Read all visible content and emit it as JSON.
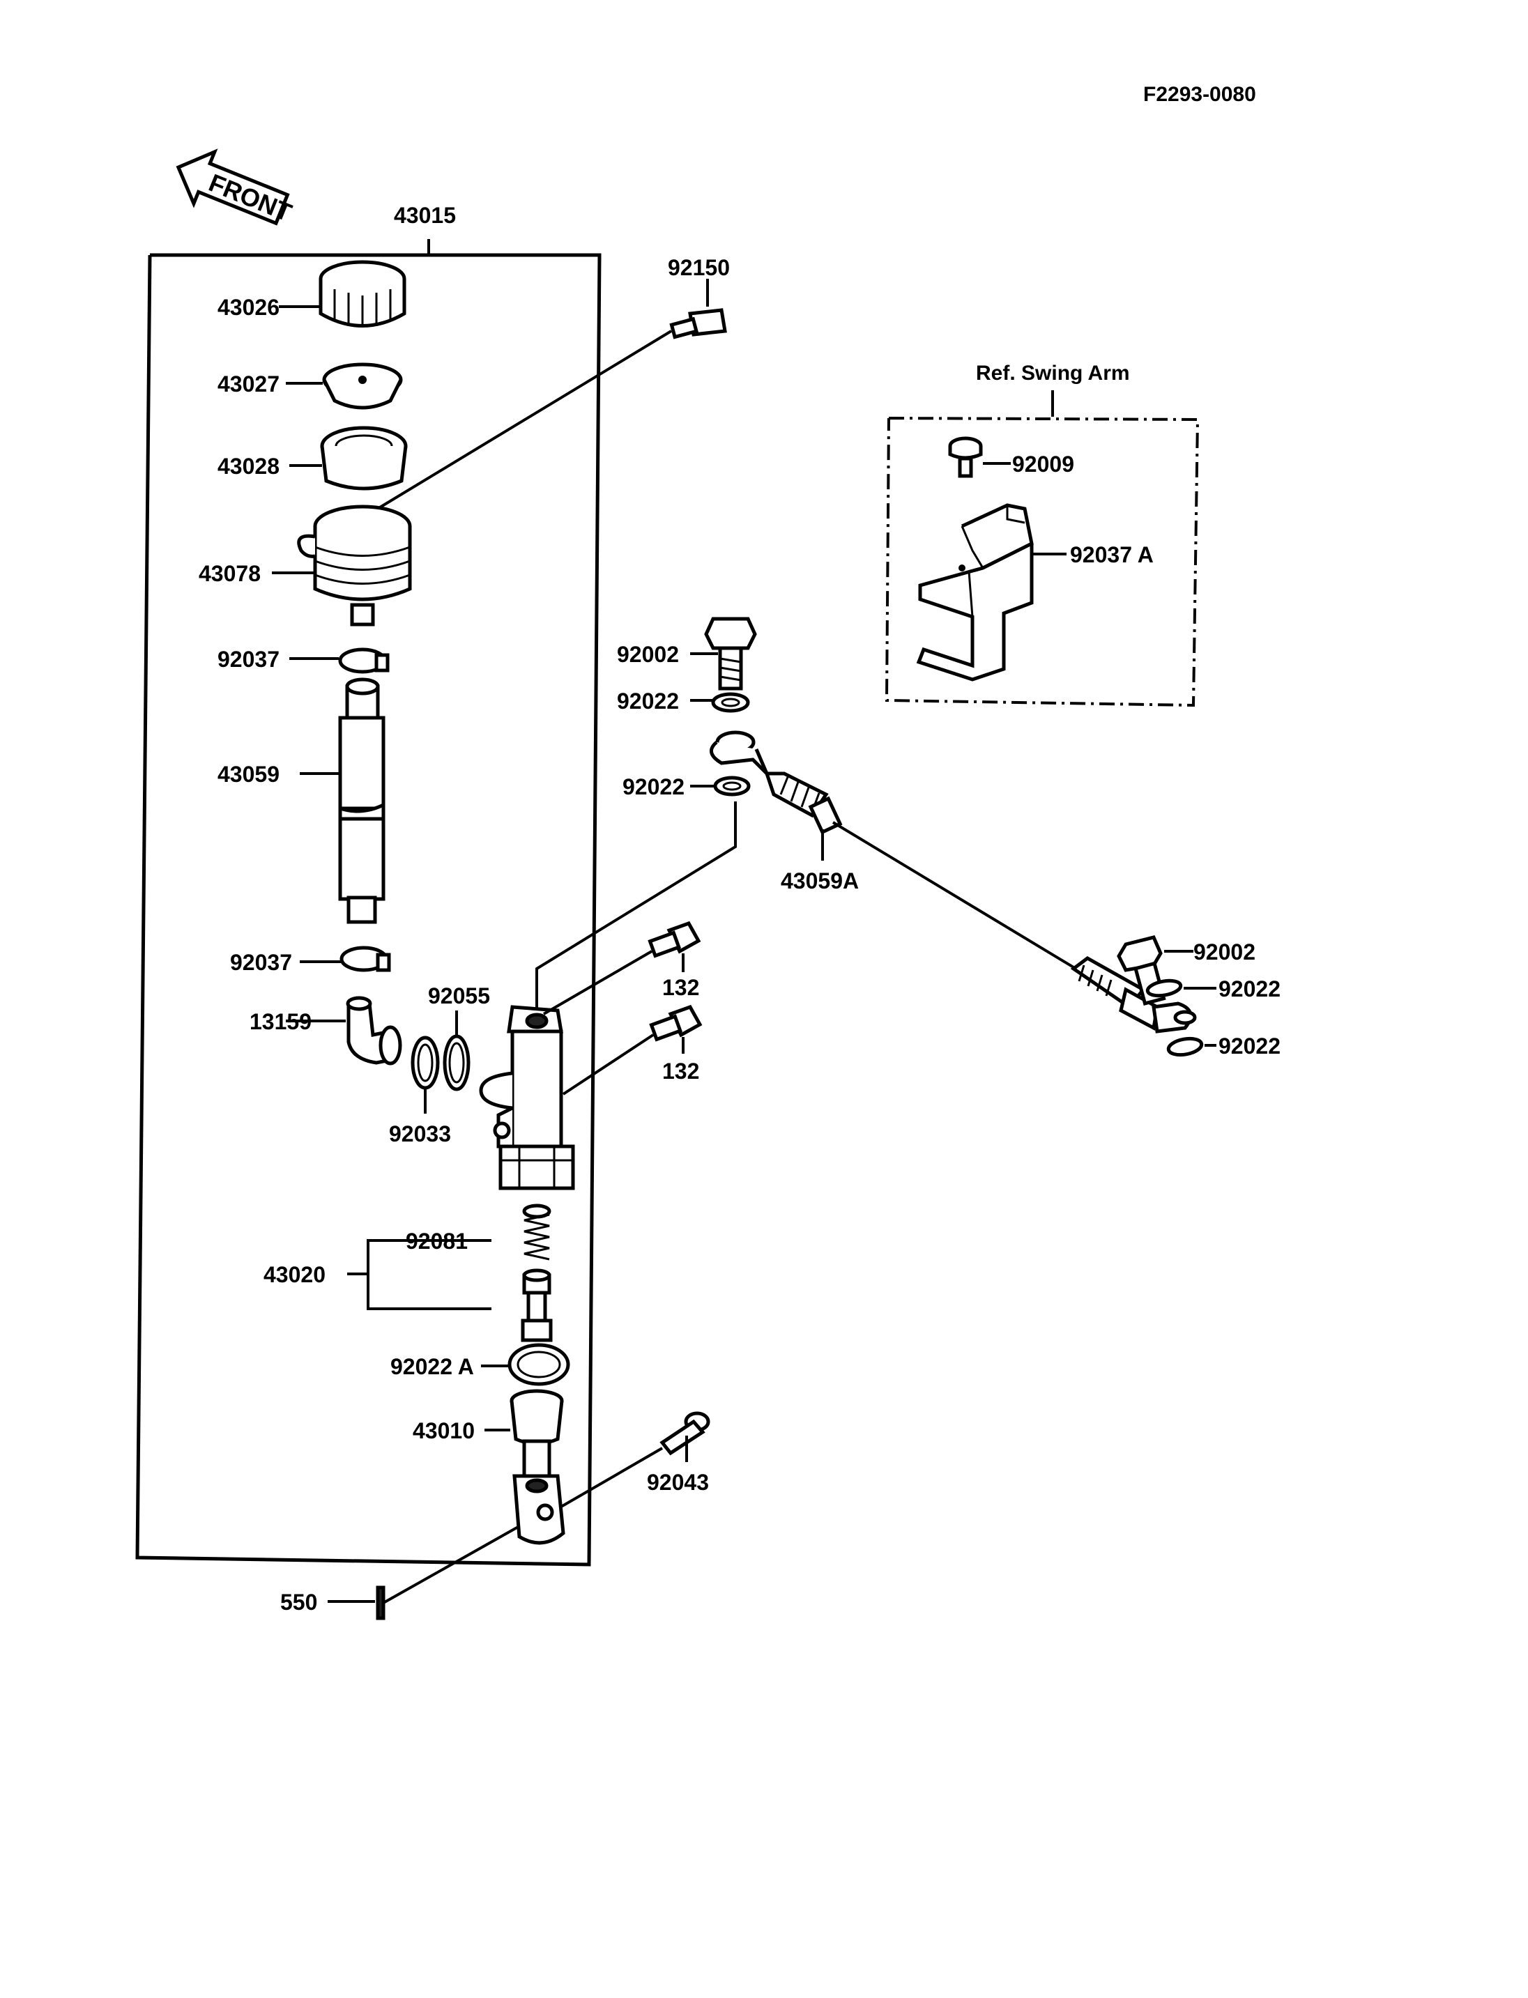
{
  "diagram_id": "F2293-0080",
  "front_label": "FRONT",
  "ref_label": "Ref. Swing Arm",
  "parts": {
    "p43015": "43015",
    "p92150": "92150",
    "p43026": "43026",
    "p43027": "43027",
    "p43028": "43028",
    "p43078": "43078",
    "p92037_top": "92037",
    "p43059": "43059",
    "p92037_bot": "92037",
    "p92055": "92055",
    "p13159": "13159",
    "p92033": "92033",
    "p132_a": "132",
    "p132_b": "132",
    "p92081": "92081",
    "p43020": "43020",
    "p92022A": "92022 A",
    "p43010": "43010",
    "p92043": "92043",
    "p550": "550",
    "p92002_a": "92002",
    "p92022_a": "92022",
    "p92022_b": "92022",
    "p43059A": "43059A",
    "p92002_b": "92002",
    "p92022_c": "92022",
    "p92022_d": "92022",
    "p92009": "92009",
    "p92037A": "92037 A"
  }
}
